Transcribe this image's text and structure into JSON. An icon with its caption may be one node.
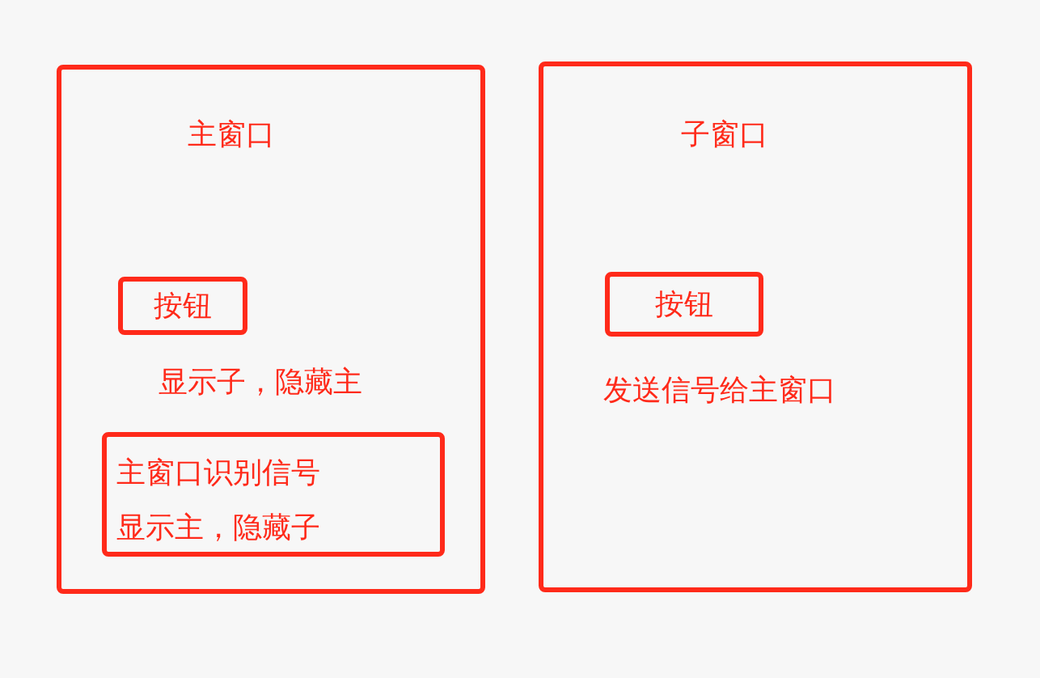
{
  "diagram": {
    "nodes": [
      {
        "text": [
          "主窗口"
        ]
      },
      {
        "text": [
          "按钮"
        ],
        "in": 0,
        "beside": [
          "显示子，隐藏主"
        ]
      },
      {
        "text": [
          "主窗口识别信号",
          "显示主，隐藏子"
        ],
        "in": 0
      },
      {
        "text": [
          "子窗口"
        ]
      },
      {
        "text": [
          "按钮"
        ],
        "in": 3,
        "beside": [
          "发送信号给主窗口"
        ]
      }
    ],
    "edges": []
  }
}
